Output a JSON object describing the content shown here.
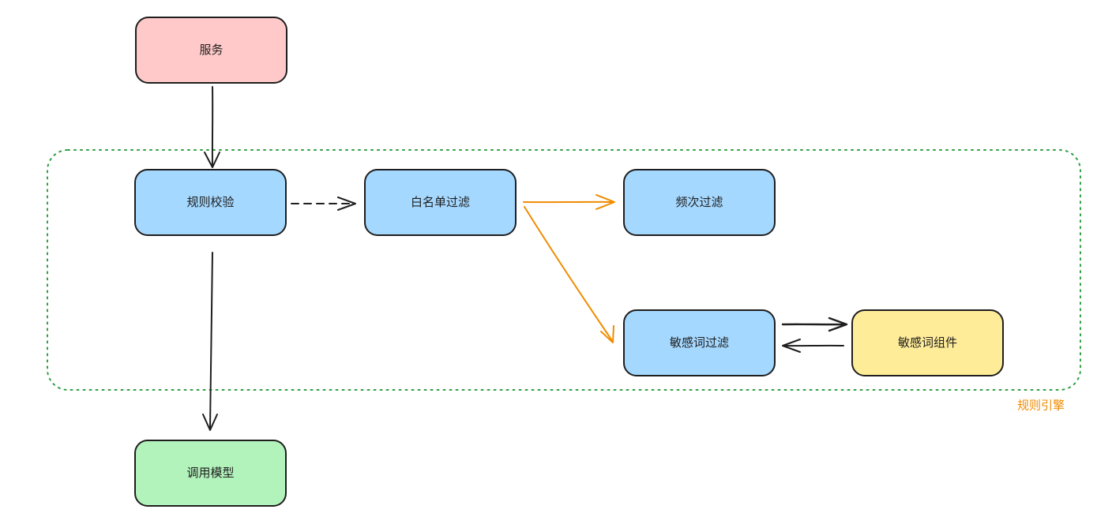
{
  "diagram": {
    "group": {
      "label": "规则引擎",
      "border_color": "#2f9e44",
      "label_color": "#f08c00"
    },
    "nodes": {
      "service": {
        "label": "服务",
        "fill": "#ffc9c9"
      },
      "rule_check": {
        "label": "规则校验",
        "fill": "#a5d8ff"
      },
      "whitelist_filter": {
        "label": "白名单过滤",
        "fill": "#a5d8ff"
      },
      "frequency_filter": {
        "label": "频次过滤",
        "fill": "#a5d8ff"
      },
      "sensitive_word_filter": {
        "label": "敏感词过滤",
        "fill": "#a5d8ff"
      },
      "sensitive_word_component": {
        "label": "敏感词组件",
        "fill": "#ffec99"
      },
      "call_model": {
        "label": "调用模型",
        "fill": "#b2f2bb"
      }
    },
    "colors": {
      "stroke": "#1e1e1e",
      "orange_arrow": "#f08c00"
    }
  }
}
